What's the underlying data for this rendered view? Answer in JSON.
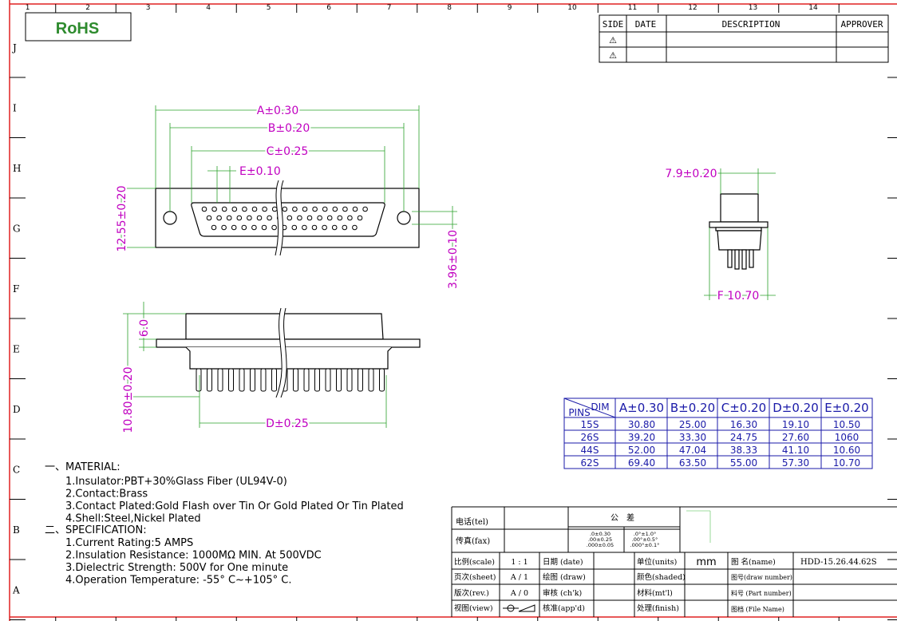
{
  "rohs": "RoHS",
  "frame": {
    "top_numbers": [
      "1",
      "2",
      "3",
      "4",
      "5",
      "6",
      "7",
      "8",
      "9",
      "10",
      "11",
      "12",
      "13",
      "14"
    ],
    "left_letters": [
      "J",
      "I",
      "H",
      "G",
      "F",
      "E",
      "D",
      "C",
      "B",
      "A"
    ]
  },
  "revision": {
    "headers": [
      "SIDE",
      "DATE",
      "DESCRIPTION",
      "APPROVER"
    ],
    "symbols": [
      "⚠",
      "⚠"
    ]
  },
  "dims": {
    "a": "A±0.30",
    "b": "B±0.20",
    "c": "C±0.25",
    "e": "E±0.10",
    "d": "D±0.25",
    "h": "12.55±0.20",
    "h2": "3.96±0.10",
    "side_top": "6.0",
    "side_h": "10.80±0.20",
    "w_side": "7.9±0.20",
    "f": "F 10.70"
  },
  "dim_table": {
    "corner_top": "DIM",
    "corner_bottom": "PINS",
    "headers": [
      "A±0.30",
      "B±0.20",
      "C±0.20",
      "D±0.20",
      "E±0.20"
    ],
    "rows": [
      [
        "15S",
        "30.80",
        "25.00",
        "16.30",
        "19.10",
        "10.50"
      ],
      [
        "26S",
        "39.20",
        "33.30",
        "24.75",
        "27.60",
        "1060"
      ],
      [
        "44S",
        "52.00",
        "47.04",
        "38.33",
        "41.10",
        "10.60"
      ],
      [
        "62S",
        "69.40",
        "63.50",
        "55.00",
        "57.30",
        "10.70"
      ]
    ]
  },
  "notes": {
    "material_title": "一、MATERIAL:",
    "material": [
      "1.Insulator:PBT+30%Glass Fiber (UL94V-0)",
      "2.Contact:Brass",
      "3.Contact Plated:Gold Flash over Tin Or Gold Plated Or Tin Plated",
      "4.Shell:Steel,Nickel Plated"
    ],
    "spec_title": "二、SPECIFICATION:",
    "spec": [
      "1.Current Rating:5 AMPS",
      "2.Insulation Resistance: 1000MΩ MIN. At 500VDC",
      "3.Dielectric Strength: 500V for One minute",
      "4.Operation Temperature: -55° C~+105° C."
    ]
  },
  "title_block": {
    "tel": "电话(tel)",
    "fax": "传真(fax)",
    "tolerance_title": "公　差",
    "tol_col1": [
      ".0±0.30",
      ".00±0.25",
      ".000±0.05"
    ],
    "tol_col2": [
      ".0°±1.0°",
      ".00°±0.5°",
      ".000°±0.1°"
    ],
    "scale_label": "比例(scale)",
    "scale_value": "1 : 1",
    "date_label": "日期 (date)",
    "units_label": "单位(units)",
    "units_value": "mm",
    "name_label": "图 名(name)",
    "name_value": "HDD-15.26.44.62S",
    "sheet_label": "页次(sheet)",
    "sheet_value": "A / 1",
    "draw_label": "绘图 (draw)",
    "shaded_label": "颜色(shaded)",
    "drawnum_label": "图号(draw number)",
    "rev_label": "版次(rev.)",
    "rev_value": "A / 0",
    "check_label": "审核 (ch'k)",
    "mtl_label": "材料(mt'l)",
    "part_label": "料号 (Part number)",
    "view_label": "视图(view)",
    "app_label": "核准(app'd)",
    "finish_label": "处理(finish)",
    "file_label": "图档 (File Name)"
  },
  "colors": {
    "frame": "#e02020",
    "dimension": "#c000c0",
    "table": "#1a1aa8",
    "rohs": "#2e8b2e"
  }
}
